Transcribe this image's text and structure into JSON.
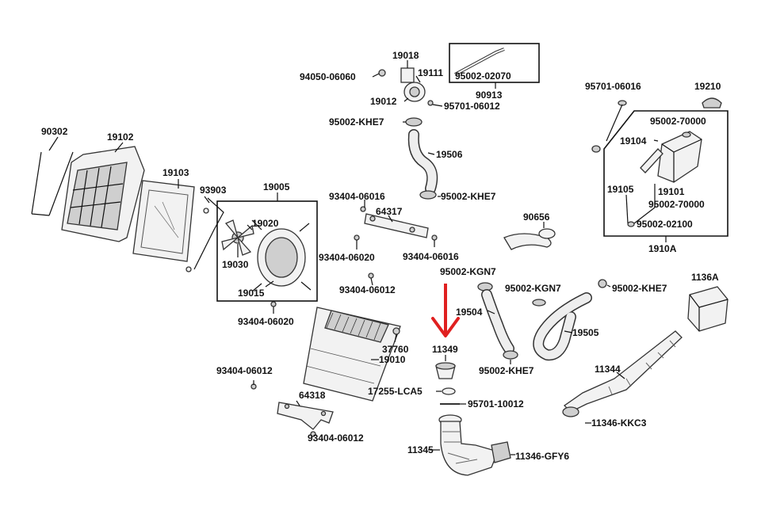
{
  "diagram": {
    "accent_color": "#e02020",
    "labels": {
      "p19018": "19018",
      "p94050": "94050-06060",
      "p19111": "19111",
      "p95002_02070": "95002-02070",
      "p90913": "90913",
      "p19012": "19012",
      "p95701_06012": "95701-06012",
      "p95002_khe7_top": "95002-KHE7",
      "p19506": "19506",
      "p95002_khe7_mid": "95002-KHE7",
      "p90302": "90302",
      "p19102": "19102",
      "p19103": "19103",
      "p93903": "93903",
      "p19005": "19005",
      "p19020": "19020",
      "p19030": "19030",
      "p19015": "19015",
      "p93404_06016_a": "93404-06016",
      "p64317": "64317",
      "p93404_06020_a": "93404-06020",
      "p93404_06016_b": "93404-06016",
      "p93404_06020_b": "93404-06020",
      "p93404_06012_a": "93404-06012",
      "p95002_kgn7_a": "95002-KGN7",
      "p19504": "19504",
      "p11349": "11349",
      "p37760": "37760",
      "p19010": "19010",
      "p93404_06012_b": "93404-06012",
      "p64318": "64318",
      "p93404_06012_c": "93404-06012",
      "p17255": "17255-LCA5",
      "p95701_10012": "95701-10012",
      "p11345": "11345",
      "p11346_gfy6": "11346-GFY6",
      "p90656": "90656",
      "p95002_kgn7_b": "95002-KGN7",
      "p95002_khe7_right": "95002-KHE7",
      "p19505": "19505",
      "p95002_khe7_low": "95002-KHE7",
      "p1136a": "1136A",
      "p11344": "11344",
      "p11346_kkc3": "11346-KKC3",
      "p95701_06016": "95701-06016",
      "p19210": "19210",
      "p95002_70000_a": "95002-70000",
      "p19104": "19104",
      "p19105": "19105",
      "p19101": "19101",
      "p95002_70000_b": "95002-70000",
      "p95002_02100": "95002-02100",
      "p1910a": "1910A"
    }
  }
}
